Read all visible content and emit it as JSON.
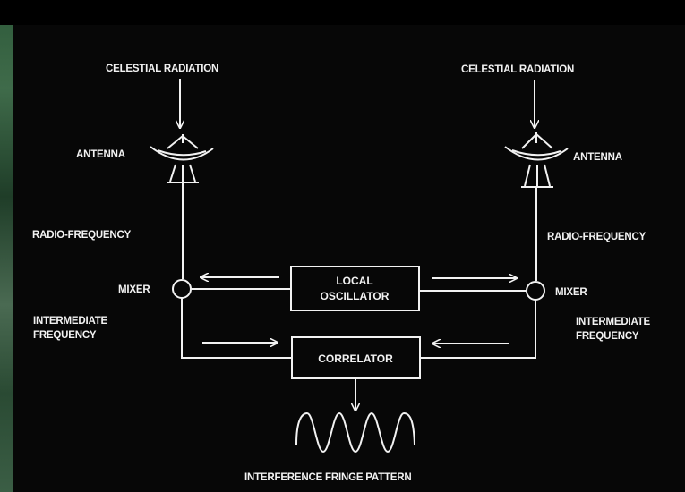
{
  "diagram": {
    "left": {
      "source": "CELESTIAL RADIATION",
      "antenna": "ANTENNA",
      "rf": "RADIO-FREQUENCY",
      "mixer": "MIXER",
      "if_line1": "INTERMEDIATE",
      "if_line2": "FREQUENCY"
    },
    "right": {
      "source": "CELESTIAL RADIATION",
      "antenna": "ANTENNA",
      "rf": "RADIO-FREQUENCY",
      "mixer": "MIXER",
      "if_line1": "INTERMEDIATE",
      "if_line2": "FREQUENCY"
    },
    "local_oscillator_line1": "LOCAL",
    "local_oscillator_line2": "OSCILLATOR",
    "correlator": "CORRELATOR",
    "output": "INTERFERENCE FRINGE PATTERN"
  }
}
